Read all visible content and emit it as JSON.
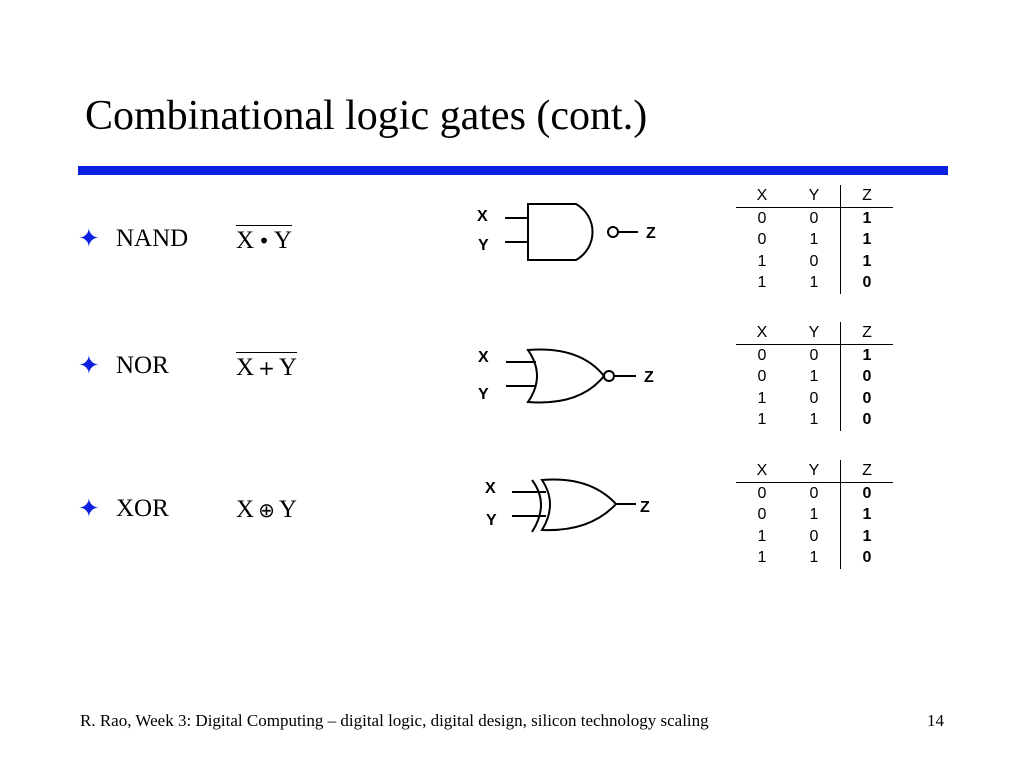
{
  "slide": {
    "title": "Combinational logic gates (cont.)",
    "accent_color": "#0b1fe0",
    "bullet_symbol": "✦",
    "footer": "R. Rao, Week 3: Digital Computing – digital logic, digital design, silicon technology scaling",
    "page_number": "14"
  },
  "gates": [
    {
      "name": "NAND",
      "expr": {
        "a": "X",
        "op": "•",
        "b": "Y",
        "overbar": true
      },
      "symbol": {
        "type": "nand-gate-icon",
        "in1": "X",
        "in2": "Y",
        "out": "Z"
      },
      "table": {
        "headers": [
          "X",
          "Y",
          "Z"
        ],
        "rows": [
          [
            "0",
            "0",
            "1"
          ],
          [
            "0",
            "1",
            "1"
          ],
          [
            "1",
            "0",
            "1"
          ],
          [
            "1",
            "1",
            "0"
          ]
        ]
      }
    },
    {
      "name": "NOR",
      "expr": {
        "a": "X",
        "op": "+",
        "b": "Y",
        "overbar": true
      },
      "symbol": {
        "type": "nor-gate-icon",
        "in1": "X",
        "in2": "Y",
        "out": "Z"
      },
      "table": {
        "headers": [
          "X",
          "Y",
          "Z"
        ],
        "rows": [
          [
            "0",
            "0",
            "1"
          ],
          [
            "0",
            "1",
            "0"
          ],
          [
            "1",
            "0",
            "0"
          ],
          [
            "1",
            "1",
            "0"
          ]
        ]
      }
    },
    {
      "name": "XOR",
      "expr": {
        "a": "X",
        "op": "⊕",
        "b": "Y",
        "overbar": false
      },
      "symbol": {
        "type": "xor-gate-icon",
        "in1": "X",
        "in2": "Y",
        "out": "Z"
      },
      "table": {
        "headers": [
          "X",
          "Y",
          "Z"
        ],
        "rows": [
          [
            "0",
            "0",
            "0"
          ],
          [
            "0",
            "1",
            "1"
          ],
          [
            "1",
            "0",
            "1"
          ],
          [
            "1",
            "1",
            "0"
          ]
        ]
      }
    }
  ]
}
